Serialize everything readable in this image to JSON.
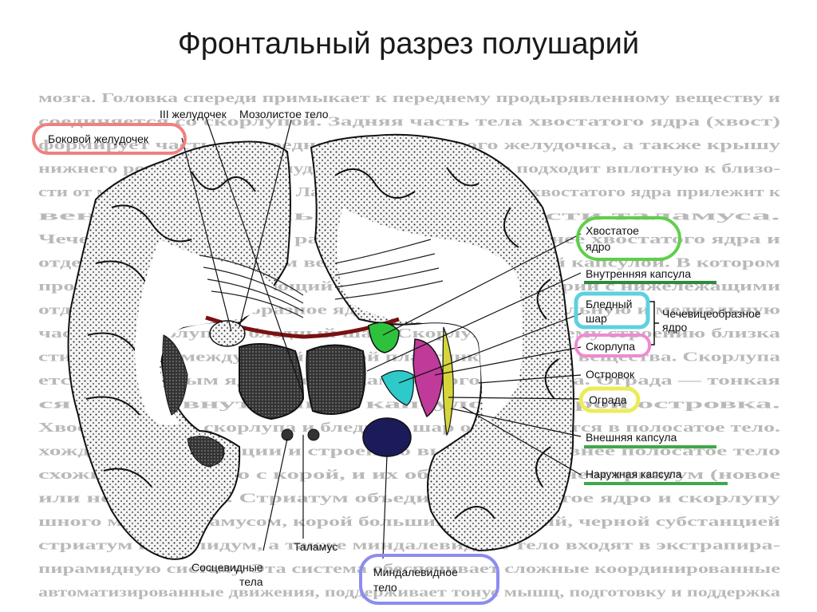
{
  "title": "Фронтальный разрез полушарий",
  "labels": {
    "third_ventricle": "III желудочек",
    "corpus_callosum": "Мозолистое тело",
    "lateral_ventricle": "Боковой желудочек",
    "caudate_1": "Хвостатое",
    "caudate_2": "ядро",
    "internal_capsule": "Внутренняя капсула",
    "globus_1": "Бледный",
    "globus_2": "шар",
    "lentiform_1": "Чечевицеобразное",
    "lentiform_2": "ядро",
    "putamen": "Скорлупа",
    "insula": "Островок",
    "claustrum": "Ограда",
    "external_capsule": "Внешняя капсула",
    "extreme_capsule": "Наружная капсула",
    "thalamus": "Таламус",
    "mammillary_1": "Сосцевидные",
    "mammillary_2": "тела",
    "amygdala_1": "Миндалевидное",
    "amygdala_2": "тело"
  },
  "background_text": [
    "мозга. Головка спереди примыкает к переднему продырявленному веществу и",
    "соединяется со скорлупой. Задняя часть тела хвостатого ядра (хвост)",
    "формирует часть дна средней части бокового желудочка, а также крышу",
    "нижнего рога бокового желудочка. Хвостатое ядро подходит вплотную к близо-",
    "сти от миндалевидного тела. Латеральная поверхность хвостатого ядра прилежит к",
    "вентролатеральной поверхности таламуса.",
    "Чечевицеобразное ядро располагается латеральнее хвостатого ядра и",
    "отделяется от него белым веществом — внутренней капсулой. В котором",
    "проходит путь, соединяющий кору больших полушарий с нижележащими",
    "отделами. Чечевицеобразное ядро делится на латеральную и медиальную",
    "части — скорлупу и бледный шар. Скорлупа по своему строению близка",
    "сти разделена между собой тонкой пластинкой белого вещества. Скорлупа",
    "ется с хвостатым ядром полосками серого вещества. Ограда — тонкая",
    "ся между внутренней капсулой и корой островка.",
    "Хвостатое ядро, скорлупа и бледный шар объединяются в полосатое тело.",
    "хождение по эволюции и строению выделяют древнее полосатое тело",
    "схожи по строению с корой, и их объединяют в неостриатум (новое",
    "или неостриатум. Стриатум объединяет хвостатое ядро и скорлупу",
    "шного мозга, таламусом, корой больших полушарий, черной субстанцией",
    "стриатум и паллидум, а также миндалевидное тело входят в экстрапира-",
    "пирамидную систему. Эта система обеспечивает сложные координированные",
    "автоматизированные движения, поддерживает тонус мышц, подготовку и поддержка"
  ],
  "colors": {
    "lateral_ventricle_highlight": "#f08080",
    "caudate_highlight": "#5fcf4a",
    "internal_capsule_line": "#2e8b3c",
    "globus_highlight": "#5fd0e0",
    "putamen_highlight": "#f08ad0",
    "claustrum_highlight": "#ecec5a",
    "capsule_lines": "#3fa84a",
    "amygdala_highlight": "#8c8cf0",
    "globus_fill": "#2ec9c9",
    "putamen_fill": "#c03a9a",
    "caudate_fill": "#2ec23c",
    "claustrum_fill": "#d6d63a",
    "amygdala_fill": "#1b1b5a"
  }
}
